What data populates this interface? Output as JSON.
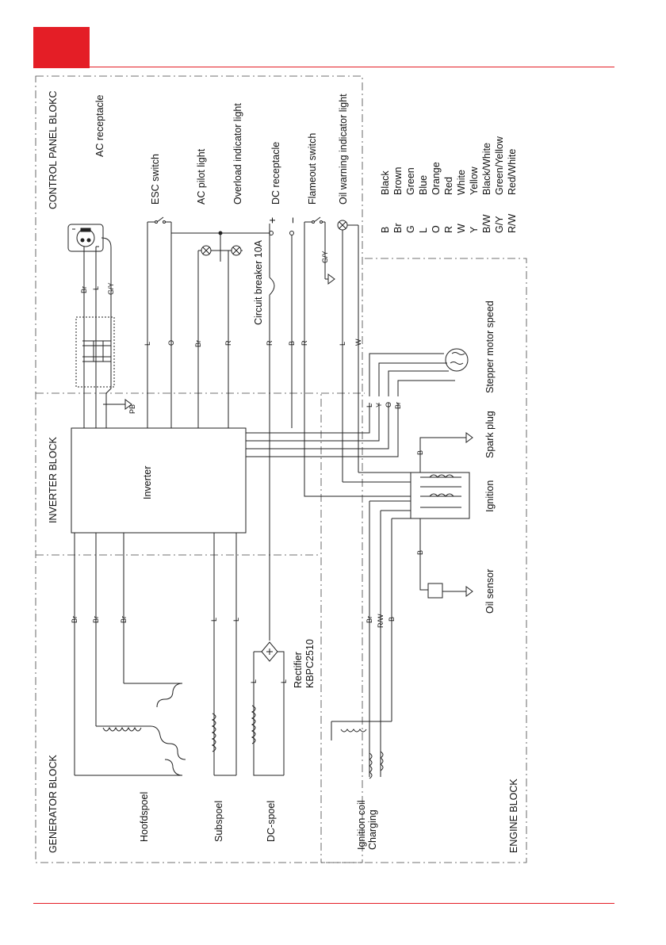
{
  "blocks": {
    "control": "CONTROL PANEL BLOKC",
    "inverter": "INVERTER BLOCK",
    "generator": "GENERATOR BLOCK",
    "engine": "ENGINE BLOCK"
  },
  "components": {
    "ac_receptacle": "AC receptacle",
    "esc_switch": "ESC switch",
    "ac_pilot": "AC pilot light",
    "overload": "Overload indicator light",
    "dc_receptacle": "DC receptacle",
    "flameout": "Flameout switch",
    "oil_warning": "Oil warning indicator light",
    "circuit_breaker": "Circuit breaker 10A",
    "inverter": "Inverter",
    "stepper": "Stepper motor speed",
    "spark_plug": "Spark plug",
    "ignition": "Ignition",
    "oil_sensor": "Oil sensor",
    "rectifier_1": "Rectifier",
    "rectifier_2": "KBPC2510",
    "hoofdspoel": "Hoofdspoel",
    "subspoel": "Subspoel",
    "dc_spoel": "DC-spoel",
    "ignition_coil_1": "Ignition coil",
    "ignition_coil_2": "Charging",
    "pb": "PB"
  },
  "symbols": {
    "plus": "+",
    "minus": "−"
  },
  "wire_labels": {
    "br": "Br",
    "l": "L",
    "gy": "G/Y",
    "o": "O",
    "r": "R",
    "b": "B",
    "w": "W",
    "y": "Y",
    "rw": "R/W"
  },
  "legend": [
    {
      "code": "B",
      "name": "Black"
    },
    {
      "code": "Br",
      "name": "Brown"
    },
    {
      "code": "G",
      "name": "Green"
    },
    {
      "code": "L",
      "name": "Blue"
    },
    {
      "code": "O",
      "name": "Orange"
    },
    {
      "code": "R",
      "name": "Red"
    },
    {
      "code": "W",
      "name": "White"
    },
    {
      "code": "Y",
      "name": "Yellow"
    },
    {
      "code": "B/W",
      "name": "Black/White"
    },
    {
      "code": "G/Y",
      "name": "Green/Yellow"
    },
    {
      "code": "R/W",
      "name": "Red/White"
    }
  ],
  "colors": {
    "accent": "#e41e26",
    "line": "#222222"
  }
}
